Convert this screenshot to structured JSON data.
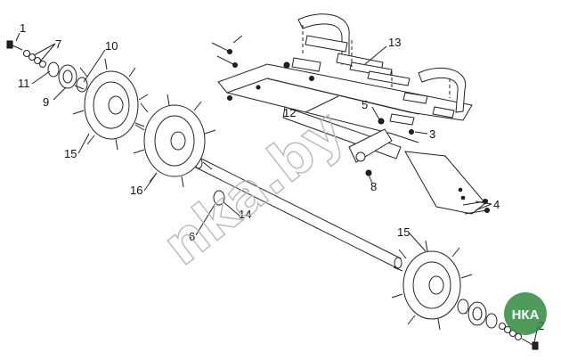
{
  "diagram": {
    "callouts": [
      {
        "id": "c1",
        "text": "1"
      },
      {
        "id": "c7",
        "text": "7"
      },
      {
        "id": "c10",
        "text": "10"
      },
      {
        "id": "c11",
        "text": "11"
      },
      {
        "id": "c9",
        "text": "9"
      },
      {
        "id": "c15a",
        "text": "15"
      },
      {
        "id": "c16",
        "text": "16"
      },
      {
        "id": "c12",
        "text": "12"
      },
      {
        "id": "c13",
        "text": "13"
      },
      {
        "id": "c5",
        "text": "5"
      },
      {
        "id": "c3",
        "text": "3"
      },
      {
        "id": "c8",
        "text": "8"
      },
      {
        "id": "c4",
        "text": "4"
      },
      {
        "id": "c14",
        "text": "14"
      },
      {
        "id": "c6",
        "text": "6"
      },
      {
        "id": "c15b",
        "text": "15"
      },
      {
        "id": "c2",
        "text": "2"
      }
    ]
  },
  "watermark": {
    "text": "nka.by",
    "badge_text": "НКА",
    "badge_color": "#2f8a3f"
  }
}
